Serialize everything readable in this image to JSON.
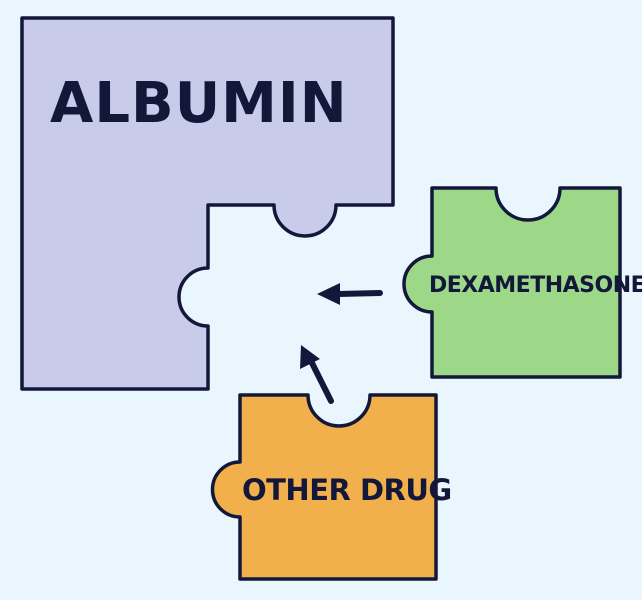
{
  "pieces": {
    "albumin": {
      "label": "ALBUMIN",
      "color": "#c8cbea"
    },
    "dexamethasone": {
      "label": "DEXAMETHASONE",
      "color": "#9dd888"
    },
    "other_drug": {
      "label": "OTHER DRUG",
      "color": "#f1b04b"
    }
  },
  "colors": {
    "outline": "#13173a",
    "arrow": "#13173a",
    "background": "#eaf6fd"
  }
}
